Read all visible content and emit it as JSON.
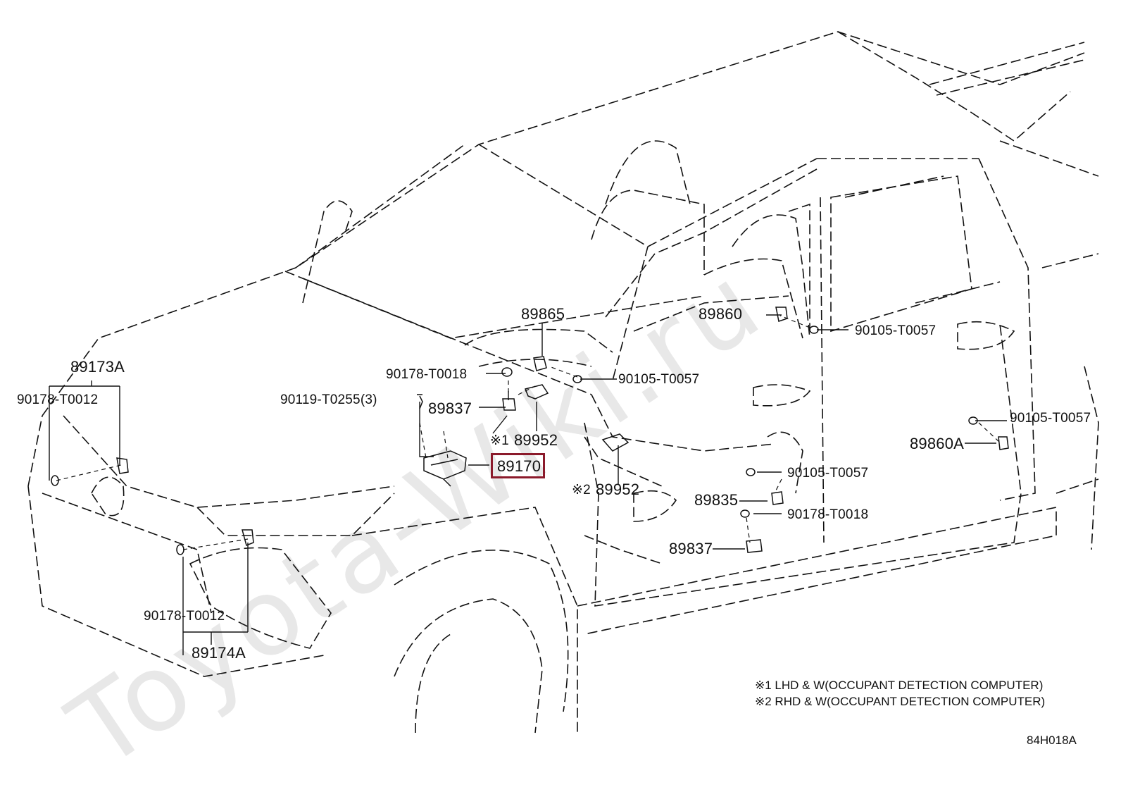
{
  "watermark": "Toyota-Wiki.ru",
  "labels": {
    "p89173A": "89173A",
    "p90178_T0012_a": "90178-T0012",
    "p90119_T0255": "90119-T0255(3)",
    "p90178_T0018_a": "90178-T0018",
    "p89837_a": "89837",
    "p89865": "89865",
    "p90105_T0057_a": "90105-T0057",
    "p89860": "89860",
    "p90105_T0057_b": "90105-T0057",
    "p89952_a": "89952",
    "mark1": "※1",
    "p89170": "89170",
    "mark2": "※2",
    "p89952_b": "89952",
    "p90105_T0057_c": "90105-T0057",
    "p89860A": "89860A",
    "p90105_T0057_d": "90105-T0057",
    "p89835": "89835",
    "p90178_T0018_b": "90178-T0018",
    "p89837_b": "89837",
    "p90178_T0012_b": "90178-T0012",
    "p89174A": "89174A"
  },
  "highlight": "89170",
  "notes": {
    "n1": "※1 LHD & W(OCCUPANT DETECTION COMPUTER)",
    "n2": "※2 RHD & W(OCCUPANT DETECTION COMPUTER)"
  },
  "diagram_code": "84H018A",
  "colors": {
    "highlight_border": "#8b1a2b",
    "line": "#111111",
    "watermark": "#e8e8e8"
  }
}
